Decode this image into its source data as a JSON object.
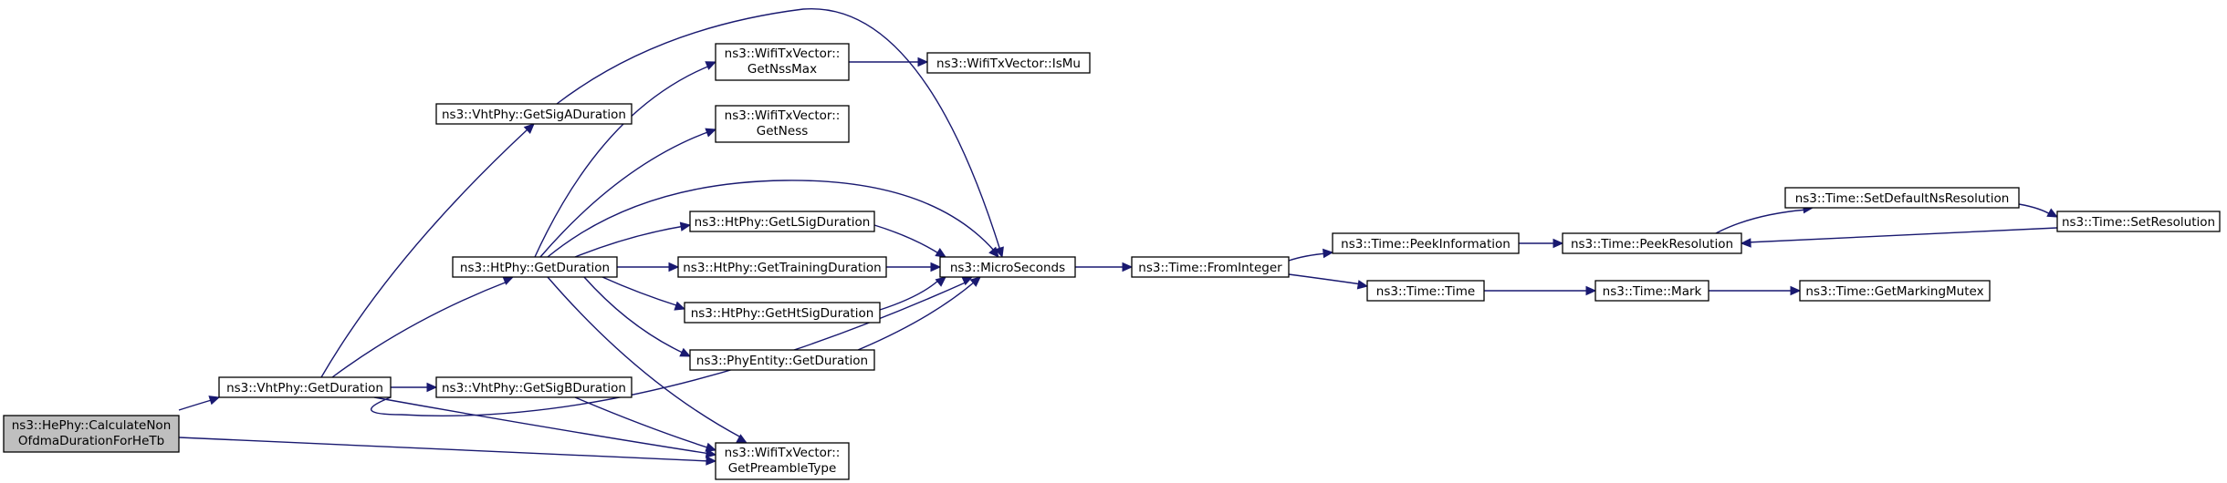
{
  "graph": {
    "nodes": {
      "calc": [
        "ns3::HePhy::CalculateNon",
        "OfdmaDurationForHeTb"
      ],
      "vhtGetDuration": [
        "ns3::VhtPhy::GetDuration"
      ],
      "vhtSigA": [
        "ns3::VhtPhy::GetSigADuration"
      ],
      "htGetDuration": [
        "ns3::HtPhy::GetDuration"
      ],
      "vhtSigB": [
        "ns3::VhtPhy::GetSigBDuration"
      ],
      "nssMax": [
        "ns3::WifiTxVector::",
        "GetNssMax"
      ],
      "isMu": [
        "ns3::WifiTxVector::IsMu"
      ],
      "ness": [
        "ns3::WifiTxVector::",
        "GetNess"
      ],
      "lsig": [
        "ns3::HtPhy::GetLSigDuration"
      ],
      "training": [
        "ns3::HtPhy::GetTrainingDuration"
      ],
      "htsig": [
        "ns3::HtPhy::GetHtSigDuration"
      ],
      "phyEntity": [
        "ns3::PhyEntity::GetDuration"
      ],
      "preamble": [
        "ns3::WifiTxVector::",
        "GetPreambleType"
      ],
      "micro": [
        "ns3::MicroSeconds"
      ],
      "fromInt": [
        "ns3::Time::FromInteger"
      ],
      "peekInfo": [
        "ns3::Time::PeekInformation"
      ],
      "timeTime": [
        "ns3::Time::Time"
      ],
      "peekRes": [
        "ns3::Time::PeekResolution"
      ],
      "mark": [
        "ns3::Time::Mark"
      ],
      "setDefault": [
        "ns3::Time::SetDefaultNsResolution"
      ],
      "setRes": [
        "ns3::Time::SetResolution"
      ],
      "mutex": [
        "ns3::Time::GetMarkingMutex"
      ]
    }
  }
}
